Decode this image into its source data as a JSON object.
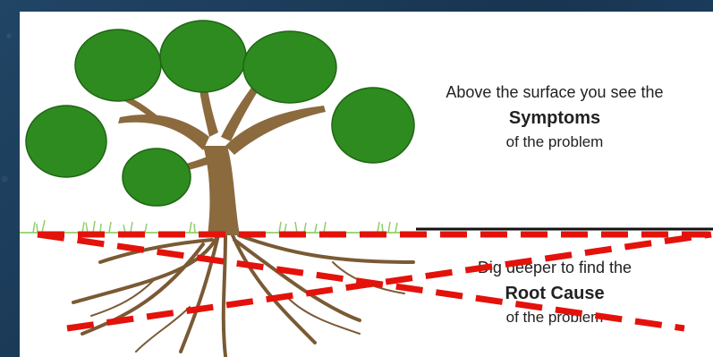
{
  "above": {
    "line1": "Above the surface you see the",
    "line2": "Symptoms",
    "line3": "of the problem"
  },
  "below": {
    "line1": "Dig deeper to find the",
    "line2": "Root Cause",
    "line3": "of the problem"
  },
  "colors": {
    "foliage": "#2e8b1f",
    "trunk": "#8b6a3e",
    "roots": "#7a5a34",
    "grass": "#8fcf6a",
    "surface_line": "#111111",
    "overlay_dashes": "#e3120b"
  }
}
